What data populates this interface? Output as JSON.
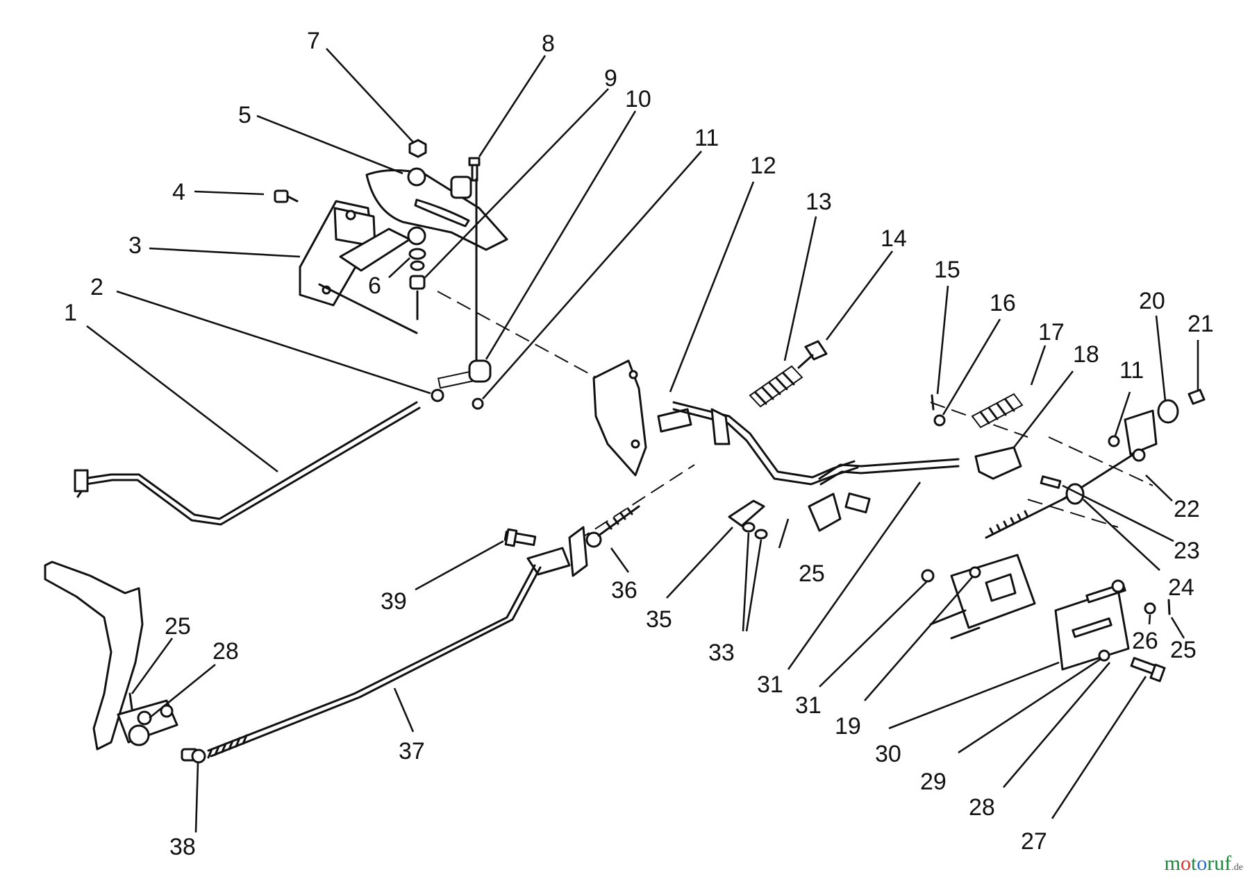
{
  "callouts": [
    {
      "id": "c1",
      "label": "1"
    },
    {
      "id": "c2",
      "label": "2"
    },
    {
      "id": "c3",
      "label": "3"
    },
    {
      "id": "c4",
      "label": "4"
    },
    {
      "id": "c5",
      "label": "5"
    },
    {
      "id": "c6",
      "label": "6"
    },
    {
      "id": "c7",
      "label": "7"
    },
    {
      "id": "c8",
      "label": "8"
    },
    {
      "id": "c9",
      "label": "9"
    },
    {
      "id": "c10",
      "label": "10"
    },
    {
      "id": "c11a",
      "label": "11"
    },
    {
      "id": "c12",
      "label": "12"
    },
    {
      "id": "c13",
      "label": "13"
    },
    {
      "id": "c14",
      "label": "14"
    },
    {
      "id": "c15",
      "label": "15"
    },
    {
      "id": "c16",
      "label": "16"
    },
    {
      "id": "c17",
      "label": "17"
    },
    {
      "id": "c18",
      "label": "18"
    },
    {
      "id": "c11b",
      "label": "11"
    },
    {
      "id": "c20",
      "label": "20"
    },
    {
      "id": "c21",
      "label": "21"
    },
    {
      "id": "c22",
      "label": "22"
    },
    {
      "id": "c23",
      "label": "23"
    },
    {
      "id": "c24",
      "label": "24"
    },
    {
      "id": "c25a",
      "label": "25"
    },
    {
      "id": "c26",
      "label": "26"
    },
    {
      "id": "c25b",
      "label": "25"
    },
    {
      "id": "c36",
      "label": "36"
    },
    {
      "id": "c35",
      "label": "35"
    },
    {
      "id": "c33",
      "label": "33"
    },
    {
      "id": "c31a",
      "label": "31"
    },
    {
      "id": "c31b",
      "label": "31"
    },
    {
      "id": "c19",
      "label": "19"
    },
    {
      "id": "c30",
      "label": "30"
    },
    {
      "id": "c29",
      "label": "29"
    },
    {
      "id": "c28a",
      "label": "28"
    },
    {
      "id": "c27",
      "label": "27"
    },
    {
      "id": "c39",
      "label": "39"
    },
    {
      "id": "c37",
      "label": "37"
    },
    {
      "id": "c38",
      "label": "38"
    },
    {
      "id": "c25c",
      "label": "25"
    },
    {
      "id": "c28b",
      "label": "28"
    }
  ],
  "watermark": {
    "main_start": "m",
    "o1": "o",
    "main_mid": "t",
    "o2": "o",
    "main_end": "ruf",
    "suffix": ".de"
  }
}
